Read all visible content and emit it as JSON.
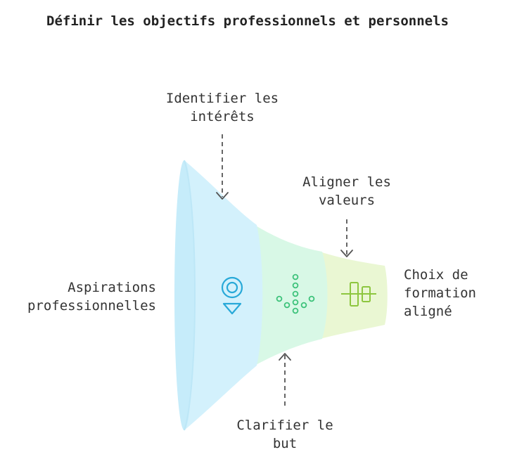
{
  "title": "Définir les objectifs professionnels et personnels",
  "funnel": {
    "input_label": [
      "Aspirations",
      "professionnelles"
    ],
    "output_label": [
      "Choix de",
      "formation",
      "aligné"
    ],
    "stages": [
      {
        "label": [
          "Identifier les",
          "intérêts"
        ],
        "color": "#d3f1fc",
        "icon_color": "#28a9d8",
        "icon": "target-icon",
        "label_side": "top"
      },
      {
        "label": [
          "Clarifier le",
          "but"
        ],
        "color": "#d8f8e6",
        "icon_color": "#3cc27a",
        "icon": "converging-dots-icon",
        "label_side": "bottom"
      },
      {
        "label": [
          "Aligner les",
          "valeurs"
        ],
        "color": "#eaf7d3",
        "icon_color": "#8dc63f",
        "icon": "align-center-icon",
        "label_side": "top"
      }
    ]
  }
}
